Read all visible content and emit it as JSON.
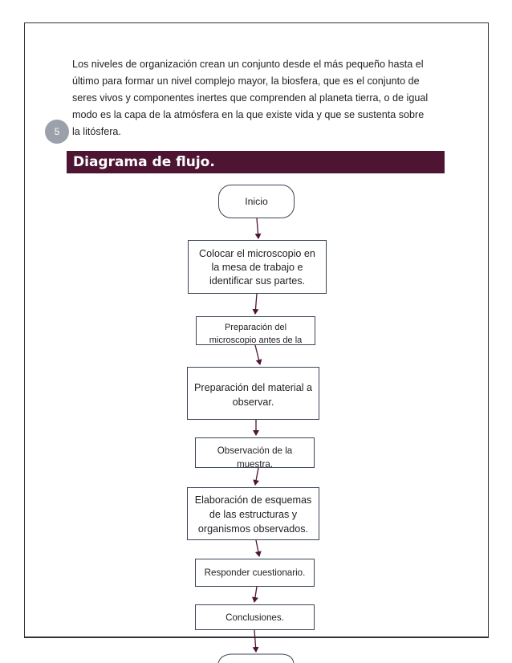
{
  "intro_text": "Los niveles de organización crean un conjunto desde el más pequeño hasta el último para formar un nivel complejo mayor, la biosfera, que es el conjunto de seres vivos y componentes inertes que comprenden al planeta tierra, o de igual modo es la capa de la atmósfera en la que existe vida y que se sustenta sobre la litósfera.",
  "page_number": "5",
  "heading": "Diagrama de flujo.",
  "flowchart": {
    "start": "Inicio",
    "step1": "Colocar el microscopio en la mesa de trabajo e identificar sus partes.",
    "step2": "Preparación del microscopio antes de la",
    "step3": "Preparación del material a observar.",
    "step4": "Observación de la muestra.",
    "step5": "Elaboración de esquemas de las estructuras y organismos observados.",
    "step6": "Responder cuestionario.",
    "step7": "Conclusiones."
  },
  "colors": {
    "heading_bar": "#4d1532",
    "arrow": "#4d1532",
    "badge": "#9aa1aa"
  }
}
